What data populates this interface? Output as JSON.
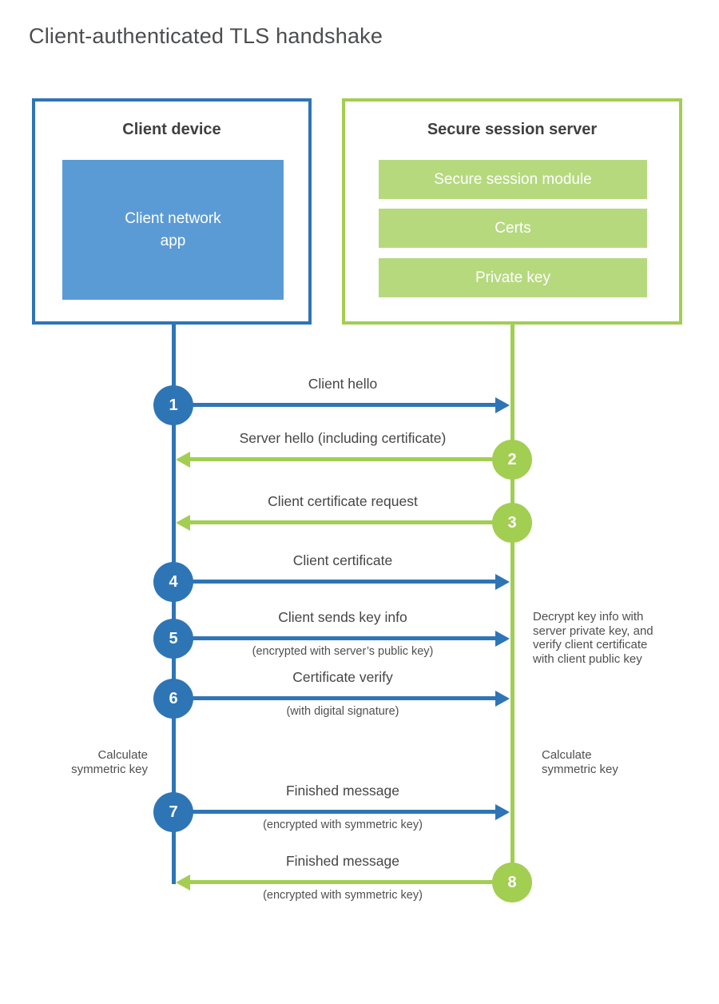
{
  "title": "Client-authenticated TLS handshake",
  "client": {
    "title": "Client device",
    "app_label": "Client network app"
  },
  "server": {
    "title": "Secure session server",
    "modules": [
      {
        "label": "Secure session module"
      },
      {
        "label": "Certs"
      },
      {
        "label": "Private key"
      }
    ]
  },
  "steps": [
    {
      "number": "1",
      "from": "client",
      "direction": "right",
      "label": "Client hello"
    },
    {
      "number": "2",
      "from": "server",
      "direction": "left",
      "label": "Server hello (including certificate)"
    },
    {
      "number": "3",
      "from": "server",
      "direction": "left",
      "label": "Client certificate request"
    },
    {
      "number": "4",
      "from": "client",
      "direction": "right",
      "label": "Client certificate"
    },
    {
      "number": "5",
      "from": "client",
      "direction": "right",
      "label": "Client sends key info",
      "sublabel": "(encrypted with server’s public key)"
    },
    {
      "number": "6",
      "from": "client",
      "direction": "right",
      "label": "Certificate verify",
      "sublabel": "(with digital signature)"
    },
    {
      "number": "7",
      "from": "client",
      "direction": "right",
      "label": "Finished message",
      "sublabel": "(encrypted with symmetric key)"
    },
    {
      "number": "8",
      "from": "server",
      "direction": "left",
      "label": "Finished message",
      "sublabel": "(encrypted with symmetric key)"
    }
  ],
  "annotations": {
    "decrypt_note": "Decrypt key info with server private key, and verify client certificate with client public key",
    "calculate_left": "Calculate symmetric key",
    "calculate_right": "Calculate symmetric key"
  },
  "colors": {
    "blue_accent": "#2e75b6",
    "blue_fill": "#5b9bd5",
    "green_accent": "#a2ce52",
    "green_fill": "#b6d97e",
    "title_gray": "#4c4d4f",
    "label_gray": "#454545"
  }
}
